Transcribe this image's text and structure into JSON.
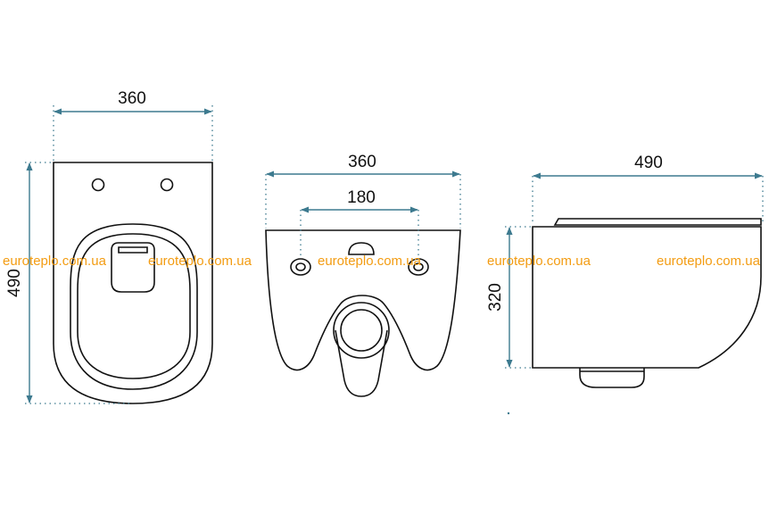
{
  "colors": {
    "dimension": "#3d7a8f",
    "outline": "#111111",
    "watermark": "#f39c12"
  },
  "views": {
    "top": {
      "width_label": "360",
      "depth_label": "490"
    },
    "front": {
      "width_label": "360",
      "mount_label": "180"
    },
    "side": {
      "depth_label": "490",
      "height_label": "320"
    }
  },
  "watermark": {
    "text_1": "euroteplo.com.ua",
    "text_2": "euroteplo.com.ua",
    "text_3": "euroteplo.com.ua",
    "text_4": "euroteplo.com.ua",
    "text_5": "euroteplo.com.ua"
  }
}
